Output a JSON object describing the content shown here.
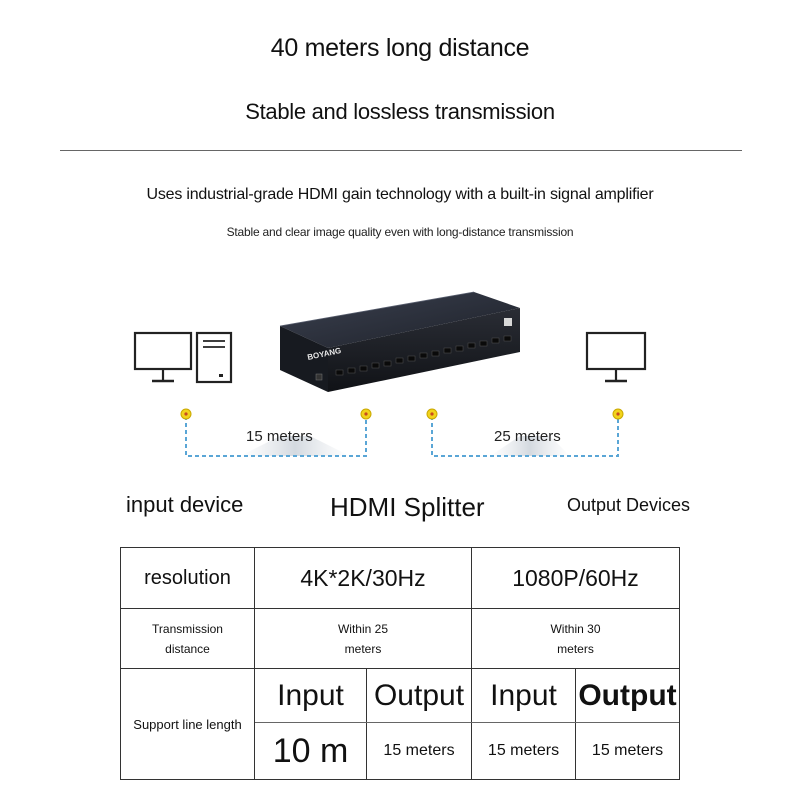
{
  "header": {
    "title_line1": "40 meters long distance",
    "title_line2": "Stable and lossless transmission"
  },
  "description": {
    "line1": "Uses industrial-grade HDMI gain technology with a built-in signal amplifier",
    "line2": "Stable and clear image quality even with long-distance transmission"
  },
  "device": {
    "brand": "BOYANG"
  },
  "diagram": {
    "input_distance": "15 meters",
    "output_distance": "25 meters",
    "input_label": "input device",
    "center_label": "HDMI Splitter",
    "output_label": "Output Devices"
  },
  "colors": {
    "dashed_line": "#5aa6d6",
    "connector_dot": "#f2d31c",
    "device_body": "#1c1f26"
  },
  "spec_table": {
    "resolution_label": "resolution",
    "resolution_a": "4K*2K/30Hz",
    "resolution_b": "1080P/60Hz",
    "distance_label_l1": "Transmission",
    "distance_label_l2": "distance",
    "distance_a_l1": "Within 25",
    "distance_a_l2": "meters",
    "distance_b_l1": "Within 30",
    "distance_b_l2": "meters",
    "line_label": "Support line length",
    "input_header_a": "Input",
    "output_header_a": "Output",
    "input_header_b": "Input",
    "output_header_b": "Output",
    "input_value_a": "10 m",
    "output_value_a": "15 meters",
    "input_value_b": "15 meters",
    "output_value_b": "15 meters"
  }
}
